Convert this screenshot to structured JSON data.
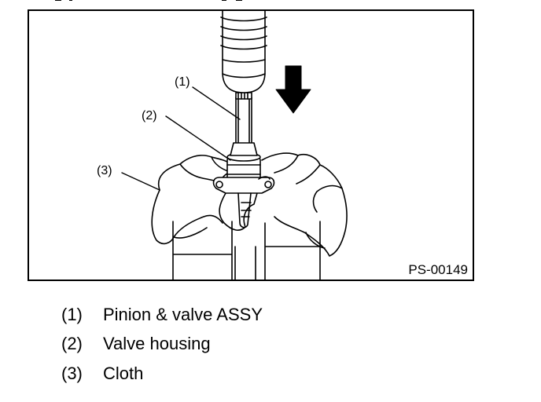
{
  "figure": {
    "code": "PS-00149",
    "callouts": [
      {
        "label": "(1)",
        "target": "pinion-and-valve-assy"
      },
      {
        "label": "(2)",
        "target": "valve-housing"
      },
      {
        "label": "(3)",
        "target": "cloth"
      }
    ],
    "colors": {
      "line": "#000000",
      "background": "#ffffff"
    },
    "icons": [
      "down-arrow-icon"
    ]
  },
  "legend": [
    {
      "num": "(1)",
      "text": "Pinion & valve ASSY"
    },
    {
      "num": "(2)",
      "text": "Valve housing"
    },
    {
      "num": "(3)",
      "text": "Cloth"
    }
  ]
}
